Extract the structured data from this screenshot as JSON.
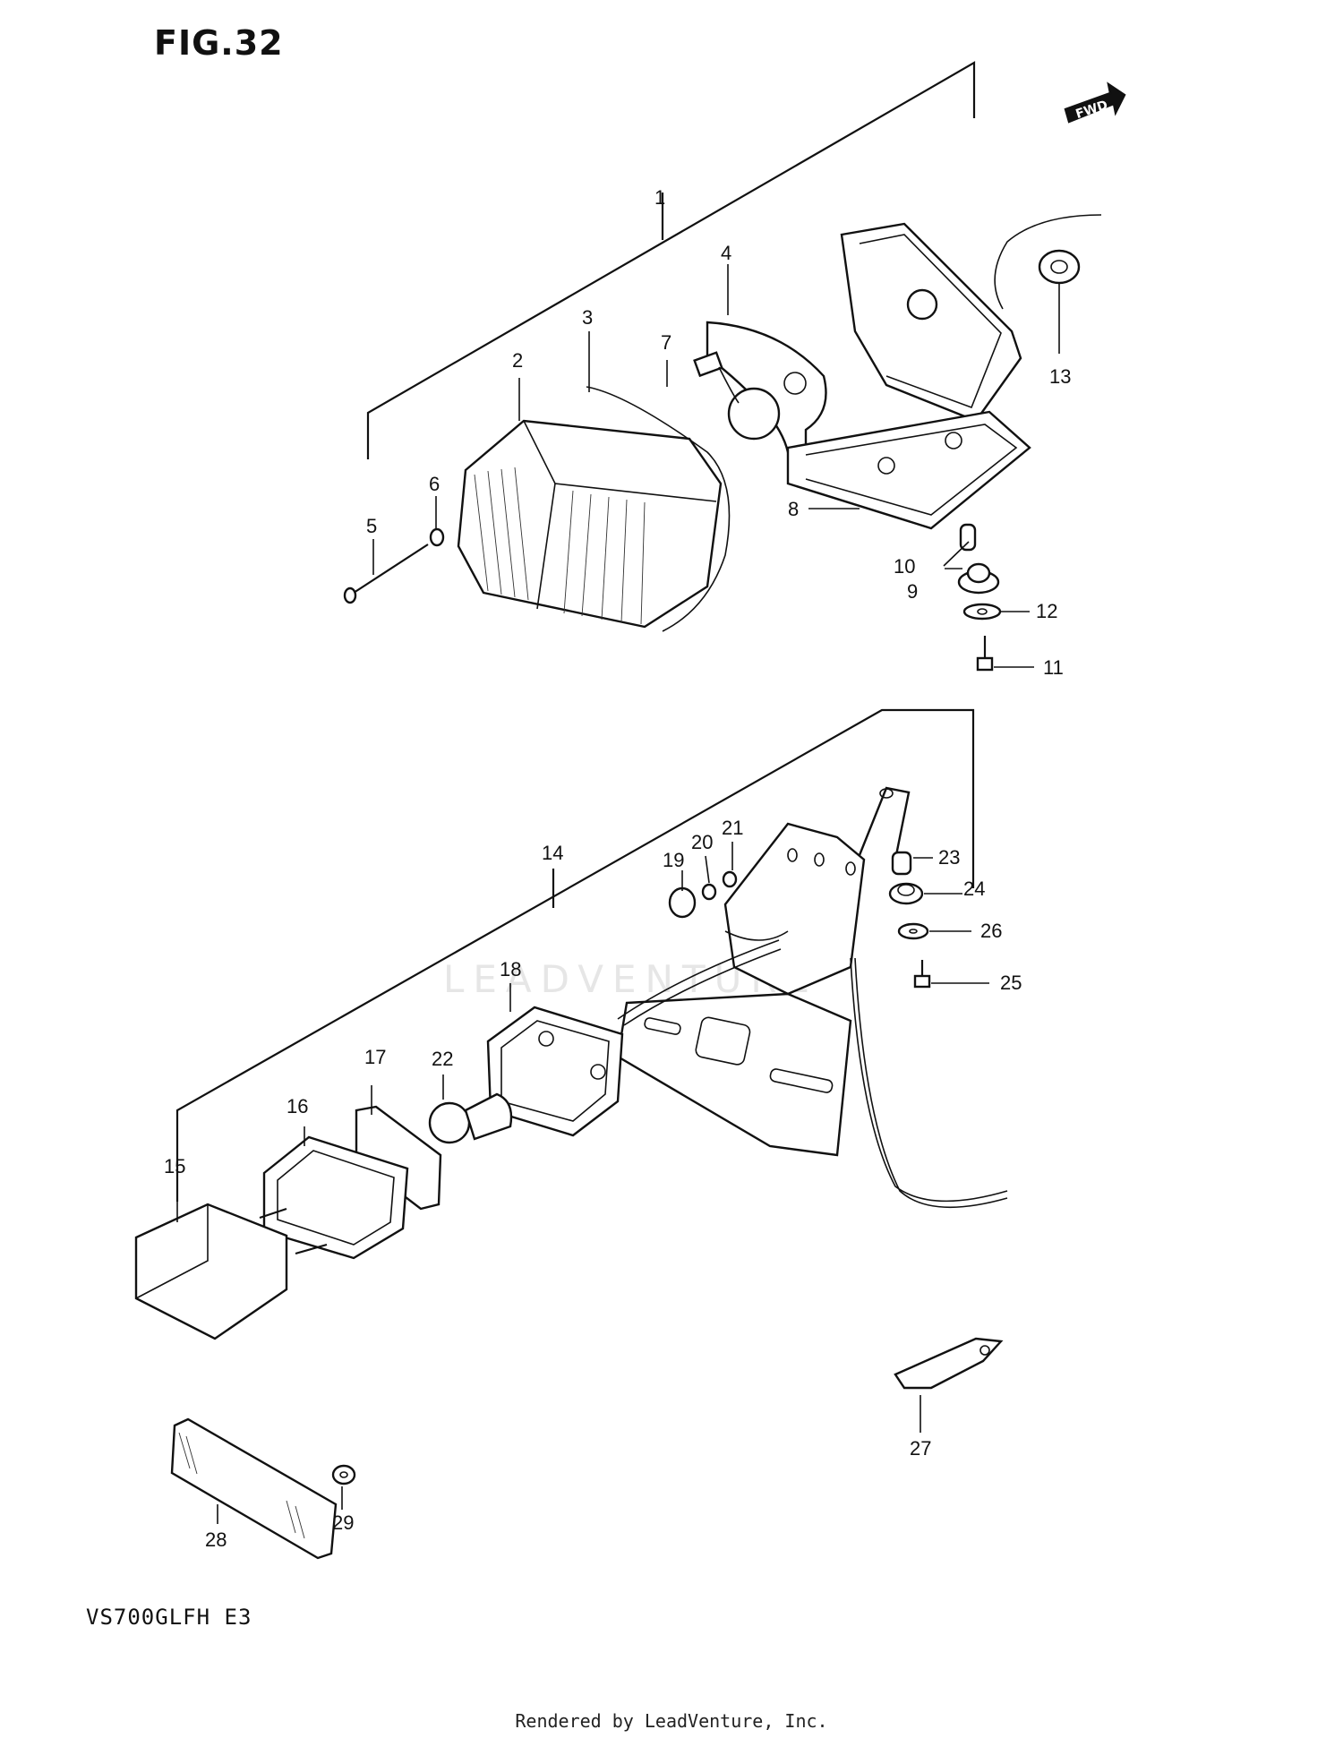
{
  "figure": {
    "title": "FIG.32",
    "model": "VS700GLFH E3",
    "fwd_label": "FWD"
  },
  "footer": {
    "credit": "Rendered by LeadVenture, Inc."
  },
  "watermark": "LEADVENTURE",
  "callouts": [
    "1",
    "2",
    "3",
    "4",
    "5",
    "6",
    "7",
    "8",
    "9",
    "10",
    "11",
    "12",
    "13",
    "14",
    "15",
    "16",
    "17",
    "18",
    "19",
    "20",
    "21",
    "22",
    "23",
    "24",
    "25",
    "26",
    "27",
    "28",
    "29"
  ]
}
